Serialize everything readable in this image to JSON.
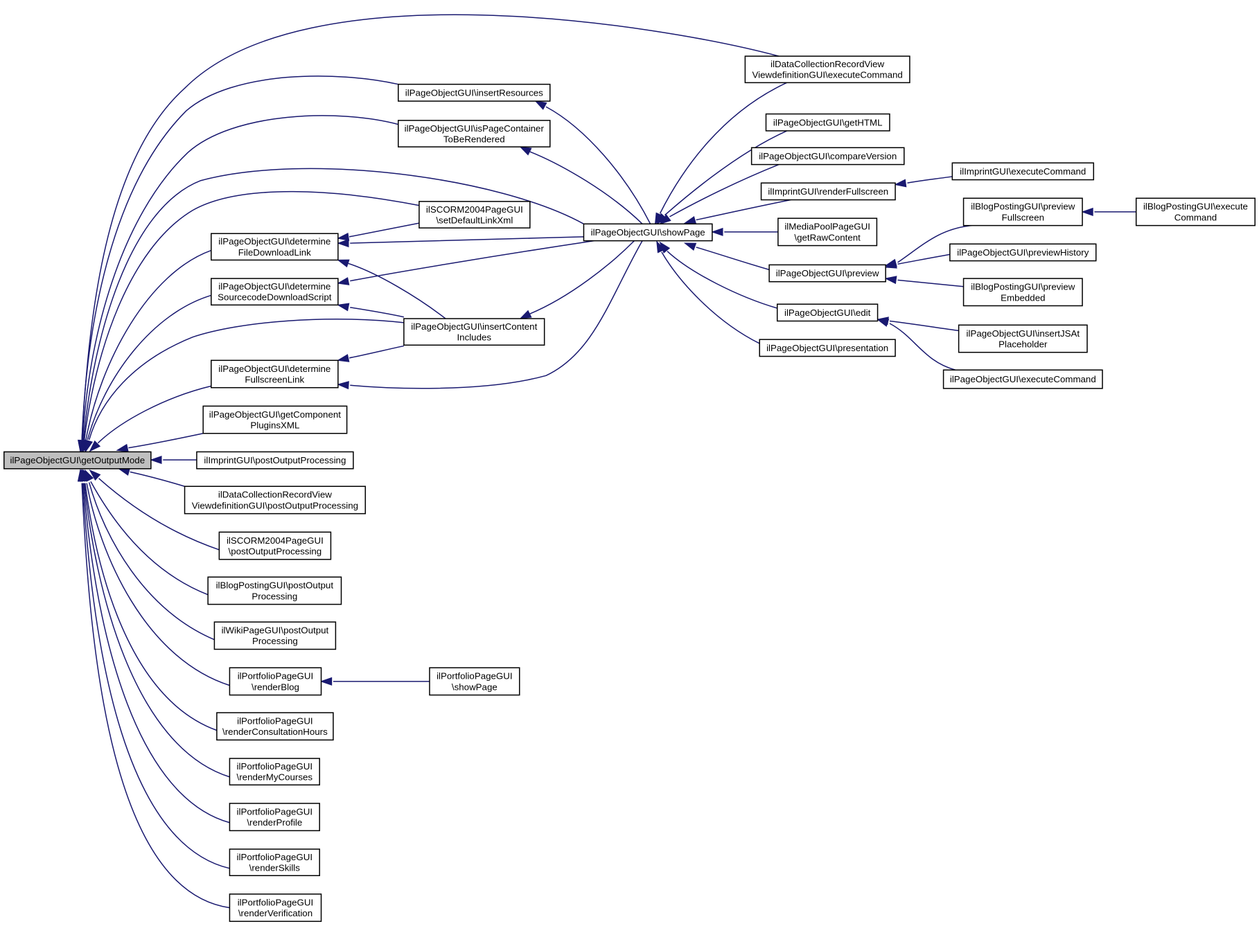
{
  "colors": {
    "edge": "#191970",
    "root_fill": "#bfbfbf",
    "node_fill": "#ffffff",
    "border": "#000000"
  },
  "nodes": [
    {
      "id": "root",
      "lines": [
        "ilPageObjectGUI\\getOutputMode"
      ],
      "root": true
    },
    {
      "id": "dcExec",
      "lines": [
        "ilDataCollectionRecordView",
        "ViewdefinitionGUI\\executeCommand"
      ]
    },
    {
      "id": "insertRes",
      "lines": [
        "ilPageObjectGUI\\insertResources"
      ]
    },
    {
      "id": "isPageCont",
      "lines": [
        "ilPageObjectGUI\\isPageContainer",
        "ToBeRendered"
      ]
    },
    {
      "id": "scormDefLink",
      "lines": [
        "ilSCORM2004PageGUI",
        "\\setDefaultLinkXml"
      ]
    },
    {
      "id": "detFileDL",
      "lines": [
        "ilPageObjectGUI\\determine",
        "FileDownloadLink"
      ]
    },
    {
      "id": "detSrcDL",
      "lines": [
        "ilPageObjectGUI\\determine",
        "SourcecodeDownloadScript"
      ]
    },
    {
      "id": "insContInc",
      "lines": [
        "ilPageObjectGUI\\insertContent",
        "Includes"
      ]
    },
    {
      "id": "detFullLink",
      "lines": [
        "ilPageObjectGUI\\determine",
        "FullscreenLink"
      ]
    },
    {
      "id": "getCompPlug",
      "lines": [
        "ilPageObjectGUI\\getComponent",
        "PluginsXML"
      ]
    },
    {
      "id": "impPost",
      "lines": [
        "ilImprintGUI\\postOutputProcessing"
      ]
    },
    {
      "id": "dcPost",
      "lines": [
        "ilDataCollectionRecordView",
        "ViewdefinitionGUI\\postOutputProcessing"
      ]
    },
    {
      "id": "scormPost",
      "lines": [
        "ilSCORM2004PageGUI",
        "\\postOutputProcessing"
      ]
    },
    {
      "id": "blogPost",
      "lines": [
        "ilBlogPostingGUI\\postOutput",
        "Processing"
      ]
    },
    {
      "id": "wikiPost",
      "lines": [
        "ilWikiPageGUI\\postOutput",
        "Processing"
      ]
    },
    {
      "id": "portBlog",
      "lines": [
        "ilPortfolioPageGUI",
        "\\renderBlog"
      ]
    },
    {
      "id": "portShow",
      "lines": [
        "ilPortfolioPageGUI",
        "\\showPage"
      ]
    },
    {
      "id": "portCons",
      "lines": [
        "ilPortfolioPageGUI",
        "\\renderConsultationHours"
      ]
    },
    {
      "id": "portCourses",
      "lines": [
        "ilPortfolioPageGUI",
        "\\renderMyCourses"
      ]
    },
    {
      "id": "portProfile",
      "lines": [
        "ilPortfolioPageGUI",
        "\\renderProfile"
      ]
    },
    {
      "id": "portSkills",
      "lines": [
        "ilPortfolioPageGUI",
        "\\renderSkills"
      ]
    },
    {
      "id": "portVerif",
      "lines": [
        "ilPortfolioPageGUI",
        "\\renderVerification"
      ]
    },
    {
      "id": "showPage",
      "lines": [
        "ilPageObjectGUI\\showPage"
      ]
    },
    {
      "id": "getHTML",
      "lines": [
        "ilPageObjectGUI\\getHTML"
      ]
    },
    {
      "id": "compVer",
      "lines": [
        "ilPageObjectGUI\\compareVersion"
      ]
    },
    {
      "id": "impRenderFull",
      "lines": [
        "ilImprintGUI\\renderFullscreen"
      ]
    },
    {
      "id": "impExec",
      "lines": [
        "ilImprintGUI\\executeCommand"
      ]
    },
    {
      "id": "mpRaw",
      "lines": [
        "ilMediaPoolPageGUI",
        "\\getRawContent"
      ]
    },
    {
      "id": "preview",
      "lines": [
        "ilPageObjectGUI\\preview"
      ]
    },
    {
      "id": "blogPrevFull",
      "lines": [
        "ilBlogPostingGUI\\preview",
        "Fullscreen"
      ]
    },
    {
      "id": "blogExec",
      "lines": [
        "ilBlogPostingGUI\\execute",
        "Command"
      ]
    },
    {
      "id": "prevHist",
      "lines": [
        "ilPageObjectGUI\\previewHistory"
      ]
    },
    {
      "id": "blogPrevEmb",
      "lines": [
        "ilBlogPostingGUI\\preview",
        "Embedded"
      ]
    },
    {
      "id": "edit",
      "lines": [
        "ilPageObjectGUI\\edit"
      ]
    },
    {
      "id": "insJSAt",
      "lines": [
        "ilPageObjectGUI\\insertJSAt",
        "Placeholder"
      ]
    },
    {
      "id": "pogExec",
      "lines": [
        "ilPageObjectGUI\\executeCommand"
      ]
    },
    {
      "id": "presentation",
      "lines": [
        "ilPageObjectGUI\\presentation"
      ]
    }
  ],
  "edges": [
    [
      "dcExec",
      "root"
    ],
    [
      "insertRes",
      "root"
    ],
    [
      "isPageCont",
      "root"
    ],
    [
      "showPage",
      "root"
    ],
    [
      "scormDefLink",
      "root"
    ],
    [
      "detFileDL",
      "root"
    ],
    [
      "detSrcDL",
      "root"
    ],
    [
      "insContInc",
      "root"
    ],
    [
      "detFullLink",
      "root"
    ],
    [
      "getCompPlug",
      "root"
    ],
    [
      "impPost",
      "root"
    ],
    [
      "dcPost",
      "root"
    ],
    [
      "scormPost",
      "root"
    ],
    [
      "blogPost",
      "root"
    ],
    [
      "wikiPost",
      "root"
    ],
    [
      "portBlog",
      "root"
    ],
    [
      "portCons",
      "root"
    ],
    [
      "portCourses",
      "root"
    ],
    [
      "portProfile",
      "root"
    ],
    [
      "portSkills",
      "root"
    ],
    [
      "portVerif",
      "root"
    ],
    [
      "scormDefLink",
      "detFileDL"
    ],
    [
      "showPage",
      "detFileDL"
    ],
    [
      "insContInc",
      "detFileDL"
    ],
    [
      "showPage",
      "detSrcDL"
    ],
    [
      "insContInc",
      "detSrcDL"
    ],
    [
      "insContInc",
      "detFullLink"
    ],
    [
      "showPage",
      "detFullLink"
    ],
    [
      "showPage",
      "insertRes"
    ],
    [
      "showPage",
      "isPageCont"
    ],
    [
      "showPage",
      "insContInc"
    ],
    [
      "portShow",
      "portBlog"
    ],
    [
      "dcExec",
      "showPage"
    ],
    [
      "getHTML",
      "showPage"
    ],
    [
      "compVer",
      "showPage"
    ],
    [
      "impRenderFull",
      "showPage"
    ],
    [
      "mpRaw",
      "showPage"
    ],
    [
      "preview",
      "showPage"
    ],
    [
      "edit",
      "showPage"
    ],
    [
      "presentation",
      "showPage"
    ],
    [
      "impExec",
      "impRenderFull"
    ],
    [
      "blogPrevFull",
      "preview"
    ],
    [
      "prevHist",
      "preview"
    ],
    [
      "blogPrevEmb",
      "preview"
    ],
    [
      "blogExec",
      "blogPrevFull"
    ],
    [
      "insJSAt",
      "edit"
    ],
    [
      "pogExec",
      "edit"
    ]
  ]
}
